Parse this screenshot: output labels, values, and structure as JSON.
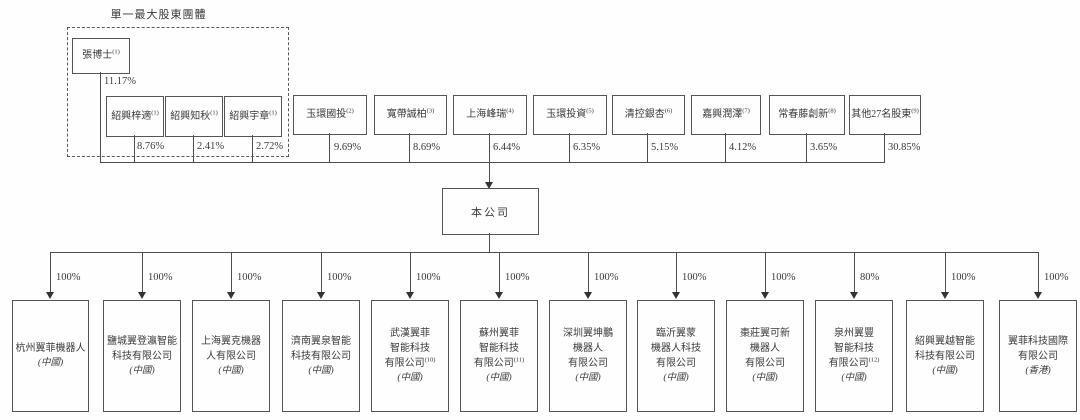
{
  "diagram": {
    "group_title": "單一最大股東團體",
    "company": {
      "name": "本公司"
    },
    "shareholders": [
      {
        "name": "張博士",
        "note": "(1)",
        "pct": "11.17%"
      },
      {
        "name": "紹興梓適",
        "note": "(1)",
        "pct": "8.76%"
      },
      {
        "name": "紹興知秋",
        "note": "(1)",
        "pct": "2.41%"
      },
      {
        "name": "紹興宇章",
        "note": "(1)",
        "pct": "2.72%"
      },
      {
        "name": "玉環國投",
        "note": "(2)",
        "pct": "9.69%"
      },
      {
        "name": "寬帶誠柏",
        "note": "(3)",
        "pct": "8.69%"
      },
      {
        "name": "上海峰瑞",
        "note": "(4)",
        "pct": "6.44%"
      },
      {
        "name": "玉環投資",
        "note": "(5)",
        "pct": "6.35%"
      },
      {
        "name": "清控銀杏",
        "note": "(6)",
        "pct": "5.15%"
      },
      {
        "name": "嘉興潤澤",
        "note": "(7)",
        "pct": "4.12%"
      },
      {
        "name": "常春藤創新",
        "note": "(8)",
        "pct": "3.65%"
      },
      {
        "name": "其他27名股東",
        "note": "(9)",
        "pct": "30.85%"
      }
    ],
    "subsidiaries": [
      {
        "name": "杭州翼菲機器人",
        "note": "",
        "region": "(中國)",
        "pct": "100%"
      },
      {
        "name": "鹽城翼登瀛智能\n科技有限公司",
        "note": "",
        "region": "(中國)",
        "pct": "100%"
      },
      {
        "name": "上海翼克機器\n人有限公司",
        "note": "",
        "region": "(中國)",
        "pct": "100%"
      },
      {
        "name": "濟南翼泉智能\n科技有限公司",
        "note": "",
        "region": "(中國)",
        "pct": "100%"
      },
      {
        "name": "武漢翼菲\n智能科技\n有限公司",
        "note": "(10)",
        "region": "(中國)",
        "pct": "100%"
      },
      {
        "name": "蘇州翼菲\n智能科技\n有限公司",
        "note": "(11)",
        "region": "(中國)",
        "pct": "100%"
      },
      {
        "name": "深圳翼坤鵬\n機器人\n有限公司",
        "note": "",
        "region": "(中國)",
        "pct": "100%"
      },
      {
        "name": "臨沂翼蒙\n機器人科技\n有限公司",
        "note": "",
        "region": "(中國)",
        "pct": "100%"
      },
      {
        "name": "棗莊翼可新\n機器人\n有限公司",
        "note": "",
        "region": "(中國)",
        "pct": "100%"
      },
      {
        "name": "泉州翼豐\n智能科技\n有限公司",
        "note": "(12)",
        "region": "(中國)",
        "pct": "80%"
      },
      {
        "name": "紹興翼越智能\n科技有限公司",
        "note": "",
        "region": "(中國)",
        "pct": "100%"
      },
      {
        "name": "翼菲科技國際\n有限公司",
        "note": "",
        "region": "(香港)",
        "pct": "100%"
      }
    ]
  }
}
